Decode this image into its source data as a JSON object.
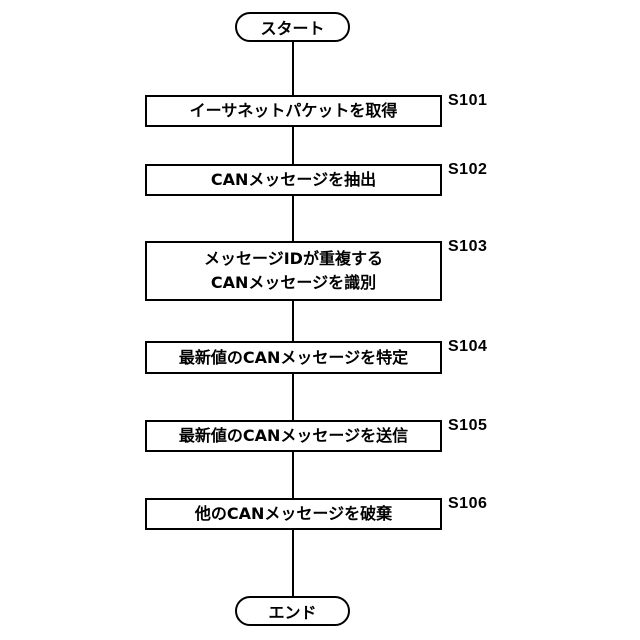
{
  "start_label": "スタート",
  "end_label": "エンド",
  "steps": [
    {
      "id": "S101",
      "lines": [
        "イーサネットパケットを取得"
      ]
    },
    {
      "id": "S102",
      "lines": [
        "CANメッセージを抽出"
      ]
    },
    {
      "id": "S103",
      "lines": [
        "メッセージIDが重複する",
        "CANメッセージを識別"
      ]
    },
    {
      "id": "S104",
      "lines": [
        "最新値のCANメッセージを特定"
      ]
    },
    {
      "id": "S105",
      "lines": [
        "最新値のCANメッセージを送信"
      ]
    },
    {
      "id": "S106",
      "lines": [
        "他のCANメッセージを破棄"
      ]
    }
  ]
}
